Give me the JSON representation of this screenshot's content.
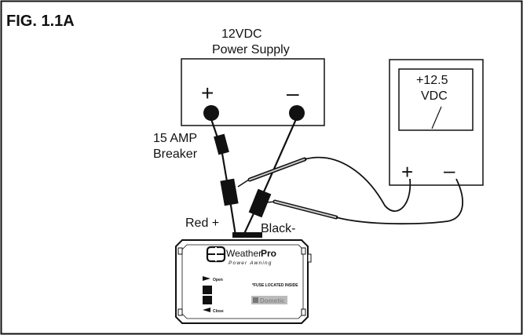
{
  "figure": {
    "label": "FIG. 1.1A"
  },
  "power_supply": {
    "label_line1": "12VDC",
    "label_line2": "Power Supply",
    "plus_symbol": "+",
    "minus_symbol": "–"
  },
  "meter": {
    "reading_line1": "+12.5",
    "reading_line2": "VDC",
    "plus_symbol": "+",
    "minus_symbol": "–"
  },
  "breaker": {
    "label_line1": "15 AMP",
    "label_line2": "Breaker"
  },
  "wires": {
    "red_label": "Red +",
    "black_label": "Black-"
  },
  "controller": {
    "brand_word1": "Weather",
    "brand_word2": "Pro",
    "brand_tagline": "Power Awning",
    "open_label": "Open",
    "close_label": "Close",
    "fuse_note": "*FUSE LOCATED INSIDE",
    "maker_text": "Dometic"
  },
  "colors": {
    "line": "#111111",
    "background": "#ffffff",
    "probe_tip": "#cccccc"
  }
}
